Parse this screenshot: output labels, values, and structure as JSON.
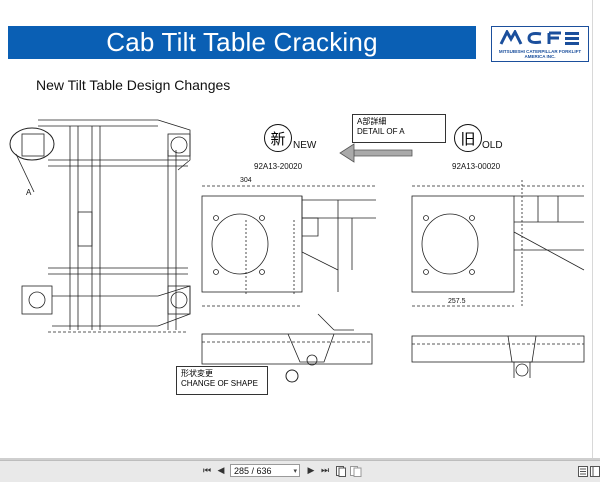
{
  "slide": {
    "title": "Cab Tilt Table Cracking",
    "subtitle": "New Tilt Table Design Changes",
    "logo": {
      "mark": "MCF",
      "sub": "MITSUBISHI CATERPILLAR FORKLIFT AMERICA INC."
    },
    "labels": {
      "detail_jp": "A部詳細",
      "detail_en": "DETAIL OF A",
      "new_kanji": "新",
      "new_en": "NEW",
      "new_part": "92A13-20020",
      "old_kanji": "旧",
      "old_en": "OLD",
      "old_part": "92A13-00020",
      "point_a": "A",
      "shape_jp": "形状変更",
      "shape_en": "CHANGE OF SHAPE",
      "dim_new": "304",
      "dim_old": "257.5"
    }
  },
  "toolbar": {
    "first": "⏮",
    "prev": "◀",
    "page_value": "285 / 636",
    "next": "▶",
    "last": "⏭",
    "dropdown": "▾"
  },
  "colors": {
    "title_bar": "#0a5fb4",
    "logo_blue": "#1b4f9c",
    "toolbar": "#e9e9e9"
  }
}
